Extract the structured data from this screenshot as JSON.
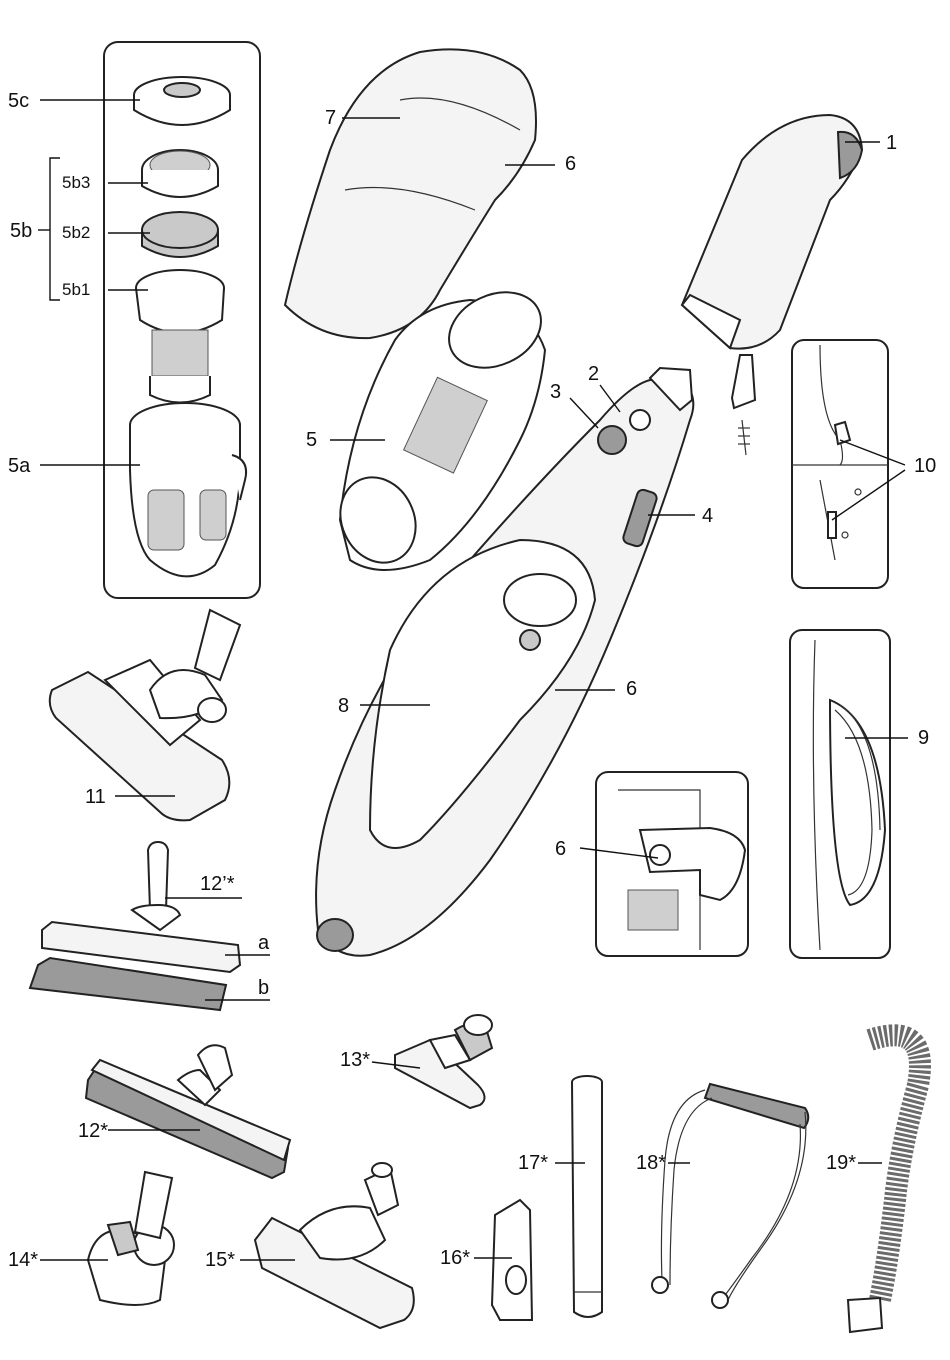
{
  "labels": {
    "p1": "1",
    "p2": "2",
    "p3": "3",
    "p4": "4",
    "p5": "5",
    "p5a": "5a",
    "p5b": "5b",
    "p5b1": "5b1",
    "p5b2": "5b2",
    "p5b3": "5b3",
    "p5c": "5c",
    "p6_top": "6",
    "p6_mid": "6",
    "p6_inset": "6",
    "p7": "7",
    "p8": "8",
    "p9": "9",
    "p10": "10",
    "p11": "11",
    "p12": "12*",
    "p12prime": "12’*",
    "p12a": "a",
    "p12b": "b",
    "p13": "13*",
    "p14": "14*",
    "p15": "15*",
    "p16": "16*",
    "p17": "17*",
    "p18": "18*",
    "p19": "19*"
  },
  "colors": {
    "line": "#111111",
    "part_fill": "#f4f4f4",
    "dark_part": "#9a9a9a",
    "filter_pad": "#c9c9c9"
  }
}
